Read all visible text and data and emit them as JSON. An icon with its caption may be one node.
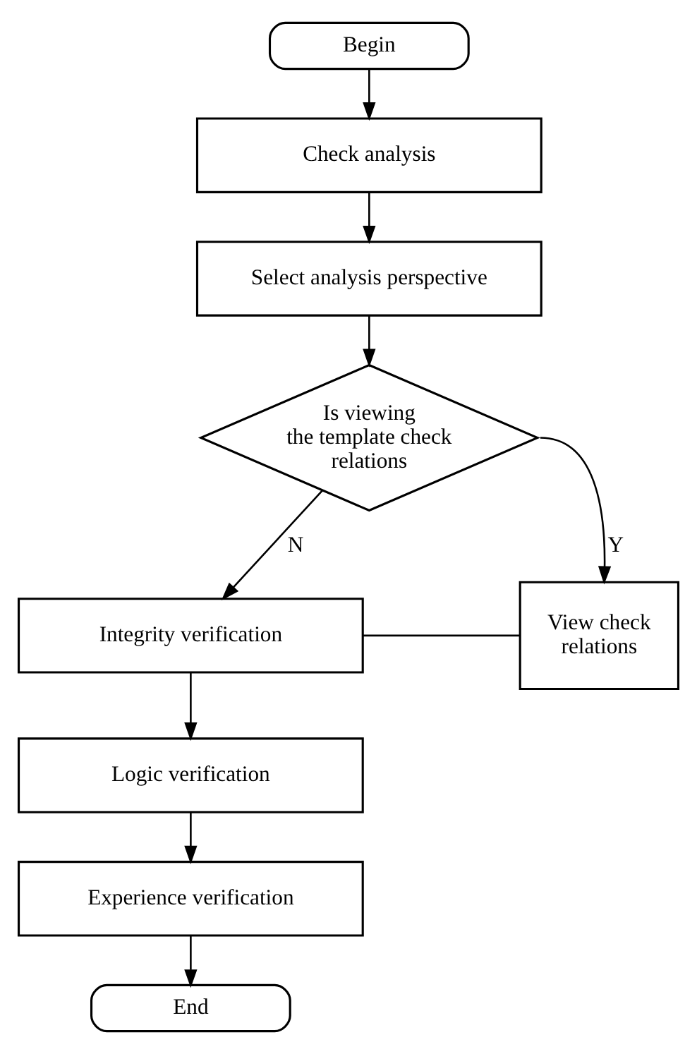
{
  "diagram": {
    "nodes": [
      {
        "text": [
          "Begin"
        ]
      },
      {
        "text": [
          "Check analysis"
        ]
      },
      {
        "text": [
          "Select analysis perspective"
        ]
      },
      {
        "text": [
          "Is viewing the template check relations"
        ]
      },
      {
        "text": [
          "View check relations"
        ]
      },
      {
        "text": [
          "Integrity verification"
        ]
      },
      {
        "text": [
          "Logic verification"
        ]
      },
      {
        "text": [
          "Experience verification"
        ]
      },
      {
        "text": [
          "End"
        ]
      }
    ],
    "edges": [
      {
        "from": 0,
        "to": 1,
        "arrow": "to"
      },
      {
        "from": 1,
        "to": 2,
        "arrow": "to"
      },
      {
        "from": 2,
        "to": 3,
        "arrow": "to"
      },
      {
        "from": 3,
        "to": 4,
        "arrow": "to",
        "label": "Y"
      },
      {
        "from": 3,
        "to": 5,
        "arrow": "to",
        "label": "N"
      },
      {
        "from": 4,
        "to": 5,
        "arrow": "none"
      },
      {
        "from": 5,
        "to": 6,
        "arrow": "to"
      },
      {
        "from": 6,
        "to": 7,
        "arrow": "to"
      },
      {
        "from": 7,
        "to": 8,
        "arrow": "to"
      }
    ]
  }
}
